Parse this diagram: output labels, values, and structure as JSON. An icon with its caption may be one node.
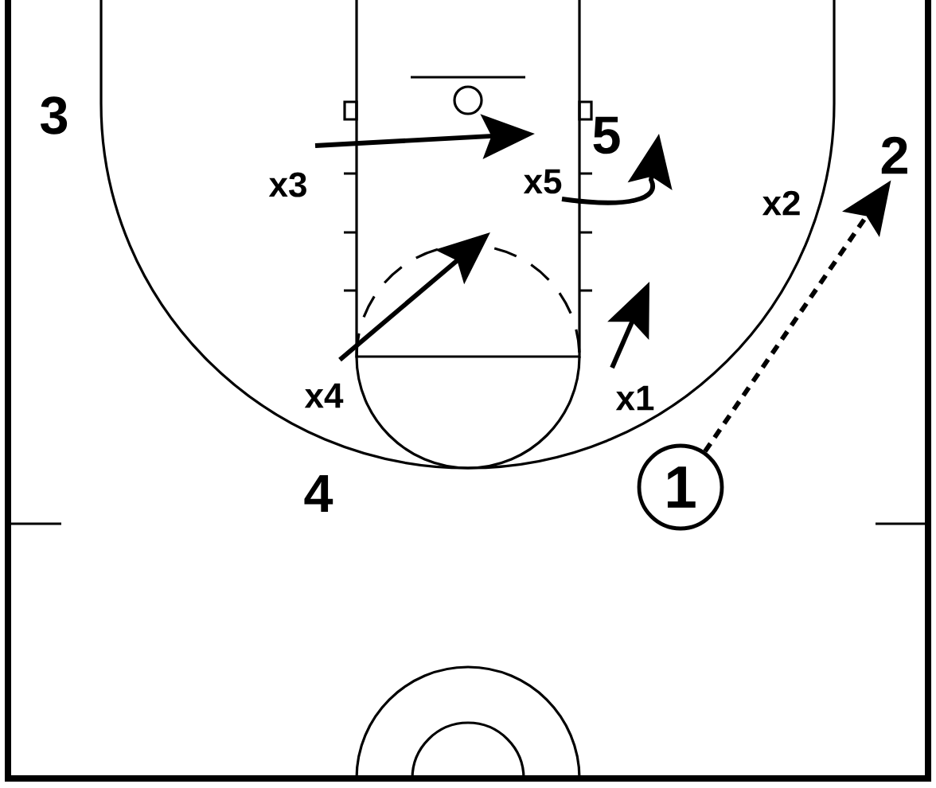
{
  "diagram": {
    "nodes": [
      {
        "text": [
          "3"
        ]
      },
      {
        "text": [
          "5"
        ]
      },
      {
        "text": [
          "2"
        ]
      },
      {
        "text": [
          "x3"
        ]
      },
      {
        "text": [
          "x5"
        ]
      },
      {
        "text": [
          "x2"
        ]
      },
      {
        "text": [
          "x4"
        ]
      },
      {
        "text": [
          "x1"
        ]
      },
      {
        "text": [
          "4"
        ]
      },
      {
        "text": [
          "1"
        ]
      }
    ],
    "edges": [
      {
        "from": 3,
        "to": 4,
        "arrow": "to"
      },
      {
        "from": 4,
        "to": 1,
        "arrow": "to"
      },
      {
        "from": 6,
        "to": null,
        "arrow": "to"
      },
      {
        "from": 7,
        "to": null,
        "arrow": "to"
      },
      {
        "from": 9,
        "to": 2,
        "arrow": "to",
        "style": "dashed"
      }
    ]
  }
}
